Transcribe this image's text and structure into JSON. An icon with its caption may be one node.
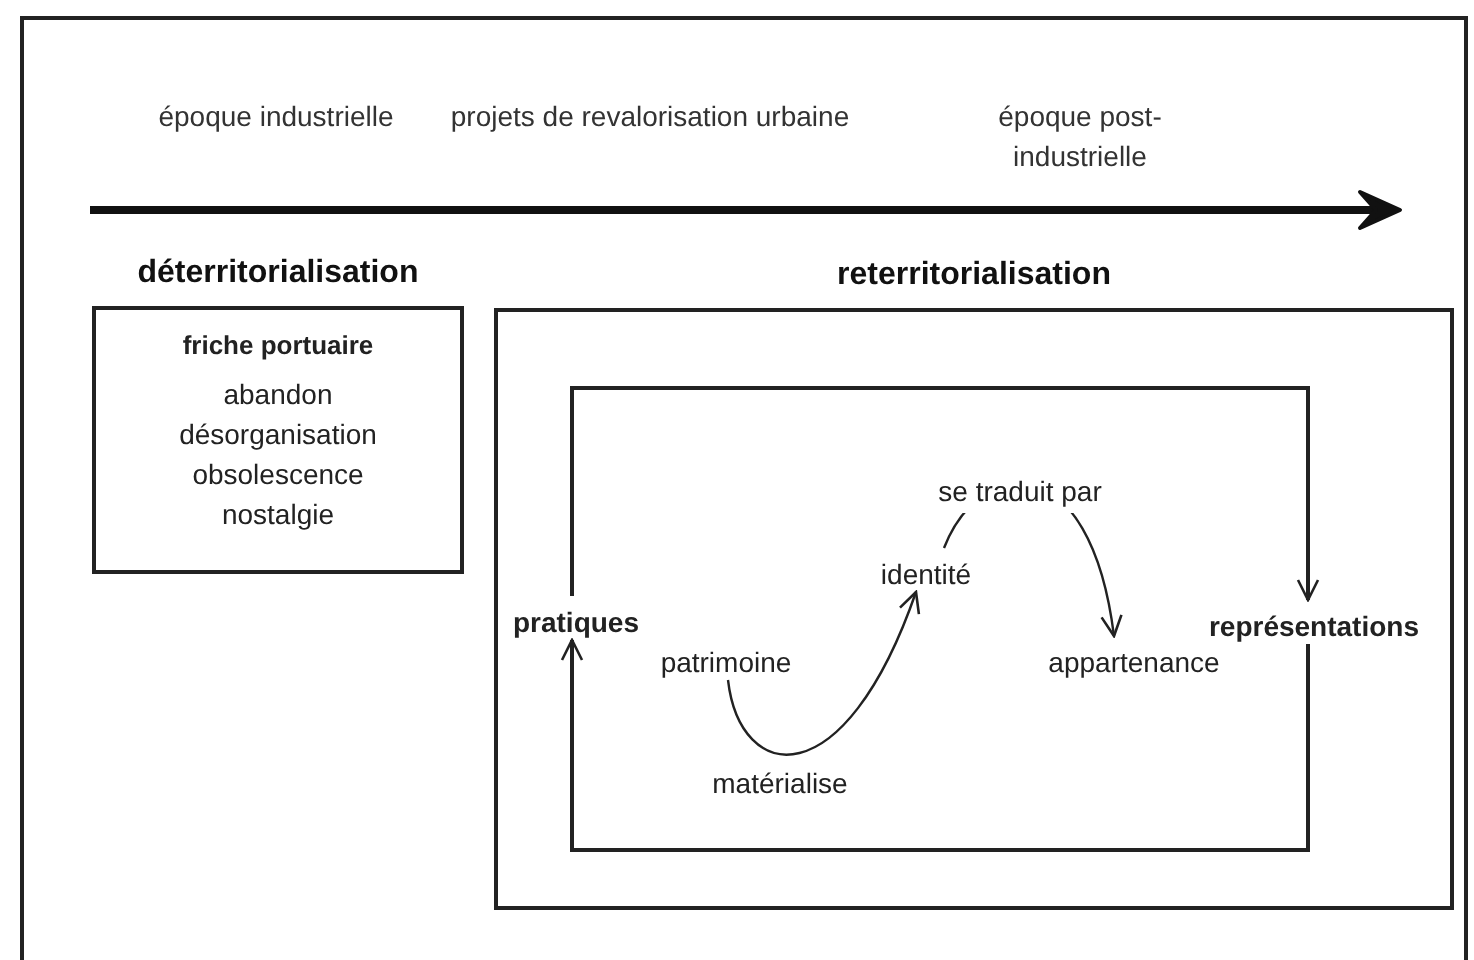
{
  "diagram": {
    "nodes": [
      {
        "text": [
          "déterritorialisation",
          "friche portuaire",
          "abandon",
          "désorganisation",
          "obsolescence",
          "nostalgie"
        ]
      },
      {
        "text": [
          "reterritorialisation"
        ]
      },
      {
        "text": [
          "pratiques"
        ],
        "in": 1
      },
      {
        "text": [
          "représentations"
        ],
        "in": 1
      },
      {
        "text": [
          "patrimoine"
        ],
        "in": 1
      },
      {
        "text": [
          "identité"
        ],
        "in": 1
      },
      {
        "text": [
          "appartenance"
        ],
        "in": 1
      }
    ],
    "edges": [
      {
        "from": 2,
        "to": 3,
        "arrow": "to"
      },
      {
        "from": 3,
        "to": 2,
        "arrow": "to"
      },
      {
        "from": 4,
        "to": 5,
        "arrow": "to",
        "label": "matérialise"
      },
      {
        "from": 5,
        "to": 6,
        "arrow": "to",
        "label": "se traduit par"
      }
    ],
    "labels": [
      "époque industrielle",
      "projets de revalorisation urbaine",
      "époque post-industrielle"
    ]
  }
}
